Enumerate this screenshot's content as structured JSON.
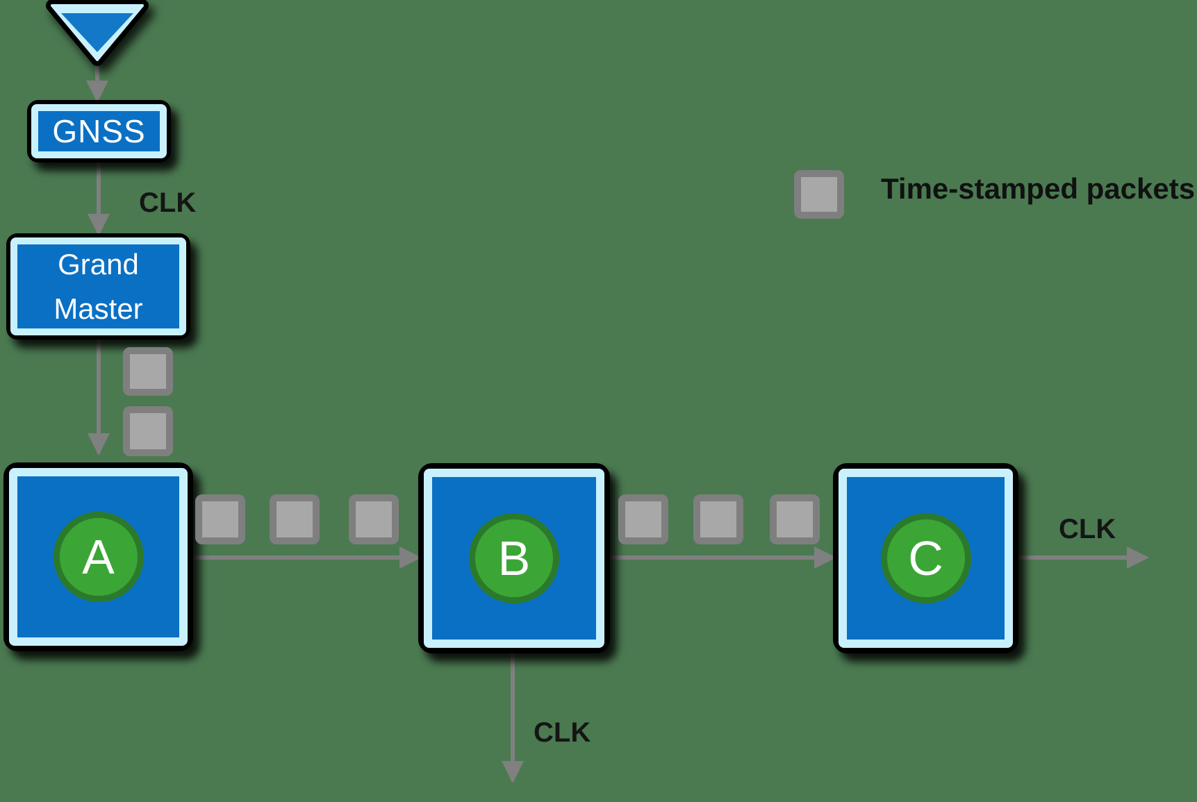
{
  "diagram": {
    "description_labels": {
      "clk": "CLK"
    },
    "nodes": {
      "gnss": {
        "label": "GNSS"
      },
      "grand_master": {
        "line1": "Grand",
        "line2": "Master"
      },
      "node_a": {
        "label": "A"
      },
      "node_b": {
        "label": "B"
      },
      "node_c": {
        "label": "C"
      }
    },
    "legend": {
      "label": "Time-stamped packets"
    },
    "edges": [
      {
        "from": "antenna",
        "to": "gnss",
        "label": ""
      },
      {
        "from": "gnss",
        "to": "grand_master",
        "label": "CLK"
      },
      {
        "from": "grand_master",
        "to": "node_a",
        "label": ""
      },
      {
        "from": "node_a",
        "to": "node_b",
        "label": ""
      },
      {
        "from": "node_b",
        "to": "node_c",
        "label": ""
      },
      {
        "from": "node_c",
        "to": "output",
        "label": "CLK"
      },
      {
        "from": "node_b",
        "to": "output_down",
        "label": "CLK"
      }
    ],
    "packet_counts": {
      "grand_master_to_a": 2,
      "a_to_b": 3,
      "b_to_c": 3
    },
    "colors": {
      "background": "#4b7a51",
      "box_fill": "#0a70c4",
      "box_border": "#c9f1fd",
      "outline_shadow": "#000000",
      "triangle_fill": "#1478c8",
      "circle_fill": "#3ba636",
      "circle_border": "#2b7a2b",
      "packet_fill": "#a8a8a8",
      "packet_border": "#7f7f7f",
      "arrow": "#808080",
      "text_dark": "#151515",
      "text_light": "#ffffff"
    }
  }
}
